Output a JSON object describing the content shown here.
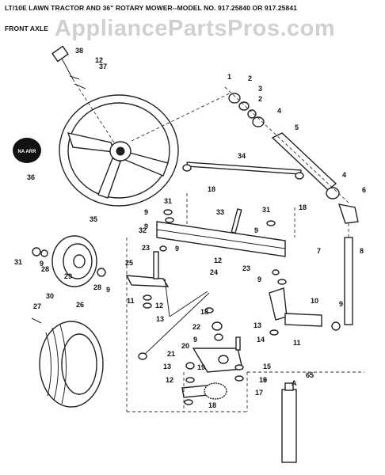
{
  "header": {
    "title": "LT/10E LAWN TRACTOR AND 36\" ROTARY MOWER--MODEL NO. 917.25840 OR 917.25841",
    "subtitle": "FRONT AXLE"
  },
  "watermark": "AppliancePartsPros.com",
  "badge_text": "NA ARR",
  "callouts": [
    "1",
    "2",
    "3",
    "2",
    "4",
    "5",
    "34",
    "18",
    "4",
    "6",
    "38",
    "12",
    "37",
    "36",
    "35",
    "31",
    "9",
    "33",
    "31",
    "18",
    "9",
    "32",
    "9",
    "23",
    "9",
    "7",
    "8",
    "31",
    "9",
    "28",
    "29",
    "25",
    "12",
    "24",
    "28",
    "9",
    "23",
    "9",
    "30",
    "11",
    "12",
    "13",
    "18",
    "10",
    "9",
    "27",
    "26",
    "13",
    "22",
    "9",
    "14",
    "20",
    "21",
    "11",
    "13",
    "19",
    "15",
    "9",
    "12",
    "16",
    "17",
    "18",
    "A",
    "65"
  ]
}
